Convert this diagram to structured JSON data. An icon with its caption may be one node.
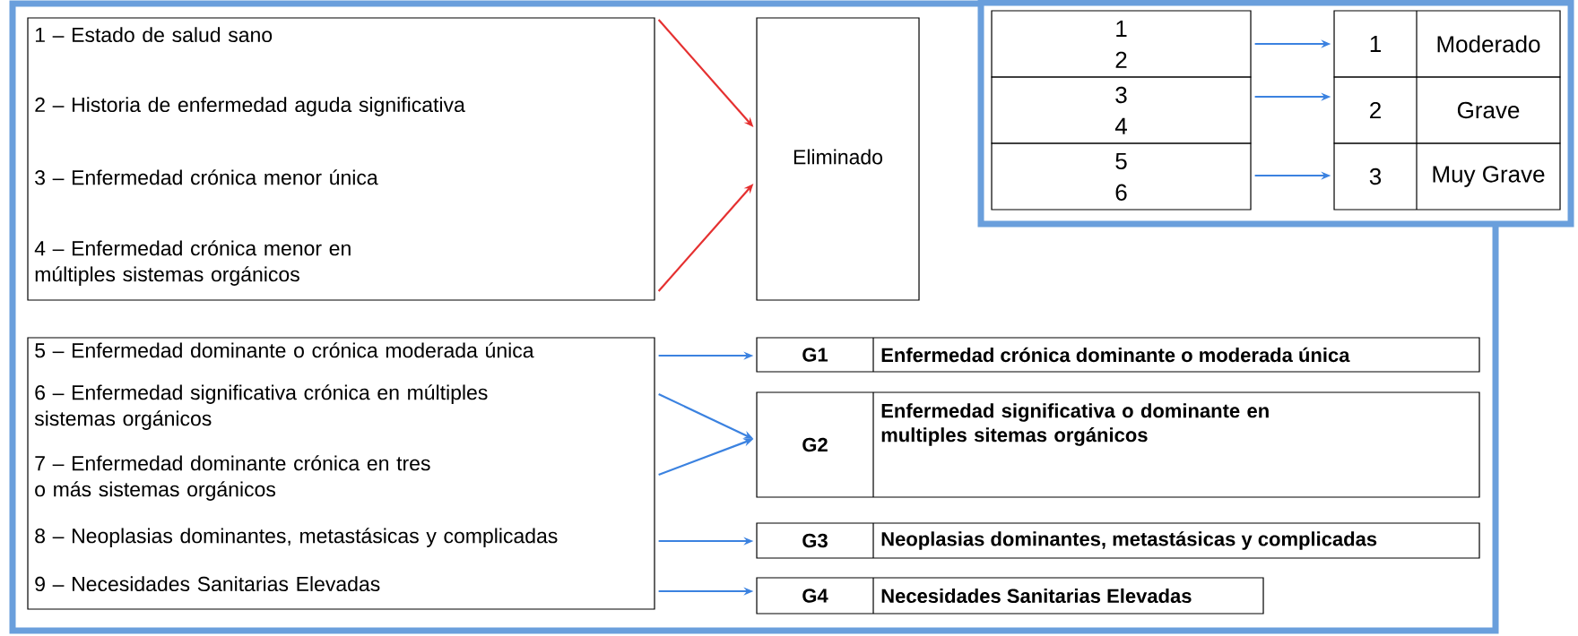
{
  "diagram": {
    "nodes": [
      {
        "text": [
          "1 – Estado de salud sano",
          "2 – Historia de enfermedad aguda significativa",
          "3 – Enfermedad crónica menor única",
          "4 – Enfermedad crónica menor en múltiples sistemas orgánicos"
        ]
      },
      {
        "text": [
          "Eliminado"
        ]
      },
      {
        "text": [
          "5 – Enfermedad dominante o crónica moderada única",
          "6 – Enfermedad significativa crónica en múltiples sistemas orgánicos",
          "7 – Enfermedad dominante crónica en tres o más sistemas orgánicos",
          "8 – Neoplasias dominantes, metastásicas y complicadas",
          "9 – Necesidades Sanitarias Elevadas"
        ]
      },
      {
        "text": [
          "G1",
          "Enfermedad crónica dominante o moderada única"
        ]
      },
      {
        "text": [
          "G2",
          "Enfermedad significativa o dominante en multiples sitemas orgánicos"
        ]
      },
      {
        "text": [
          "G3",
          "Neoplasias dominantes, metastásicas y complicadas"
        ]
      },
      {
        "text": [
          "G4",
          "Necesidades Sanitarias Elevadas"
        ]
      },
      {
        "text": [
          "1",
          "2"
        ]
      },
      {
        "text": [
          "3",
          "4"
        ]
      },
      {
        "text": [
          "5",
          "6"
        ]
      },
      {
        "text": [
          "1",
          "Moderado"
        ]
      },
      {
        "text": [
          "2",
          "Grave"
        ]
      },
      {
        "text": [
          "3",
          "Muy Grave"
        ]
      }
    ],
    "edges": [
      {
        "from": 0,
        "to": 1,
        "arrow": "to",
        "color": "#e53030"
      },
      {
        "from": 0,
        "to": 1,
        "arrow": "to",
        "color": "#e53030"
      },
      {
        "from": 2,
        "to": 3,
        "arrow": "to"
      },
      {
        "from": 2,
        "to": 4,
        "arrow": "to"
      },
      {
        "from": 2,
        "to": 4,
        "arrow": "to"
      },
      {
        "from": 2,
        "to": 5,
        "arrow": "to"
      },
      {
        "from": 2,
        "to": 6,
        "arrow": "to"
      },
      {
        "from": 7,
        "to": 10,
        "arrow": "to"
      },
      {
        "from": 8,
        "to": 11,
        "arrow": "to"
      },
      {
        "from": 9,
        "to": 12,
        "arrow": "to"
      }
    ]
  }
}
